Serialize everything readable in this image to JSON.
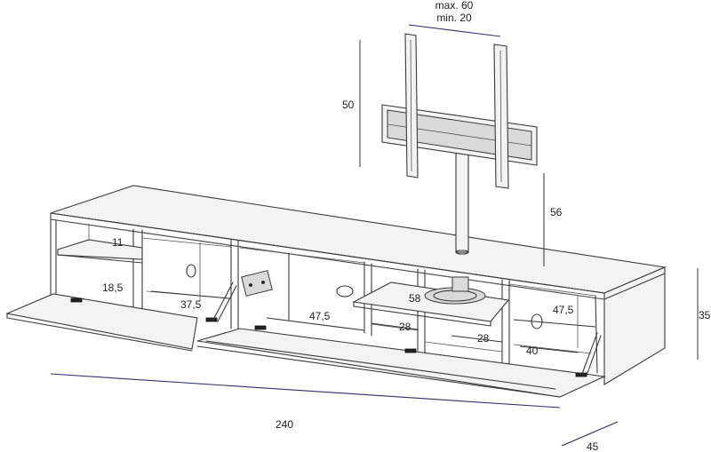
{
  "dimensions": {
    "mount_width_max": "max. 60",
    "mount_width_min": "min. 20",
    "mount_height": "50",
    "pole_height": "56",
    "cabinet_height": "35",
    "total_width": "240",
    "depth": "45",
    "shelf_upper": "11",
    "shelf_lower": "18,5",
    "left_compartment_width": "37,5",
    "center_compartment_width": "47,5",
    "tv_plate": "58",
    "center_inner_left": "28",
    "center_inner_right": "28",
    "right_compartment_width": "47,5",
    "right_compartment_depth": "40"
  },
  "colors": {
    "line": "#3a3a3a",
    "dimension_accent": "#2d2f66"
  }
}
